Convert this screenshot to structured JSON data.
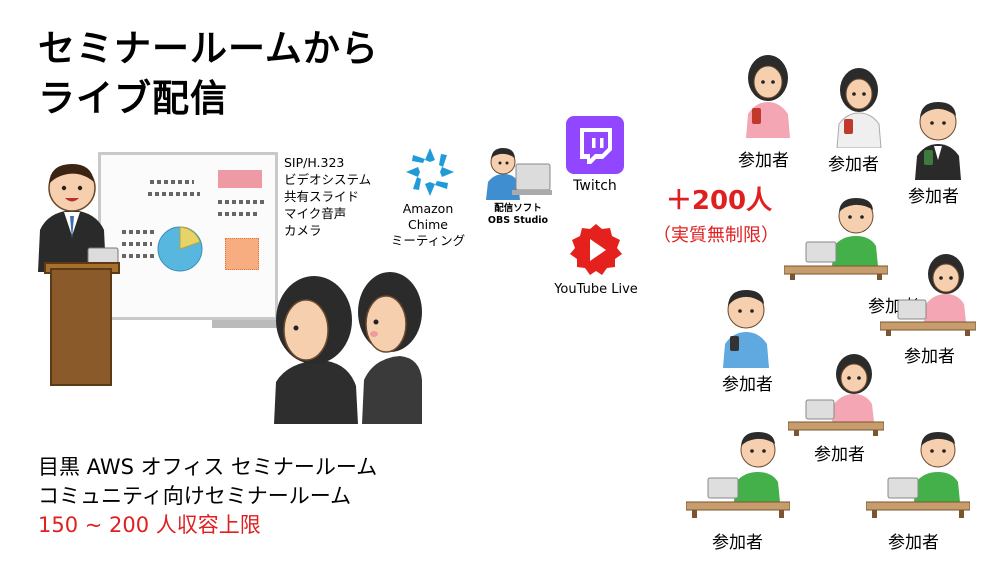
{
  "title": {
    "line1": "セミナールームから",
    "line2": "ライブ配信"
  },
  "features": [
    "SIP/H.323",
    "ビデオシステム",
    "共有スライド",
    "マイク音声",
    "カメラ"
  ],
  "chime_label": [
    "Amazon",
    "Chime",
    "ミーティング"
  ],
  "obs_label": [
    "配信ソフト",
    "OBS Studio"
  ],
  "twitch_label": "Twitch",
  "youtube_label": "YouTube Live",
  "audience": {
    "count": "＋200人",
    "note": "（実質無制限）"
  },
  "participant_label": "参加者",
  "info": {
    "line1": "目黒 AWS オフィス セミナールーム",
    "line2": "コミュニティ向けセミナールーム",
    "line3": "150 ~ 200 人収容上限"
  },
  "colors": {
    "accent_red": "#e02020",
    "twitch_purple": "#9146ff",
    "youtube_red": "#e5211d",
    "chime_blue": "#1f9bd7"
  },
  "icons": [
    "chime-logo-icon",
    "twitch-logo-icon",
    "youtube-live-icon"
  ]
}
